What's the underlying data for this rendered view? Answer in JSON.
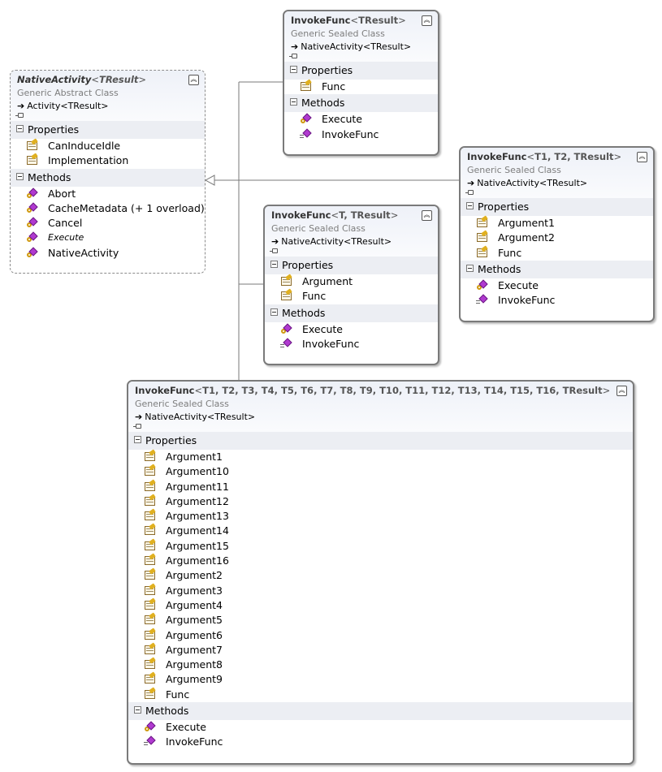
{
  "classes": {
    "native_activity": {
      "name": "NativeActivity",
      "type_params": "TResult",
      "kind": "Generic Abstract Class",
      "base": "Activity<TResult>",
      "properties_label": "Properties",
      "properties": [
        "CanInduceIdle",
        "Implementation"
      ],
      "methods_label": "Methods",
      "methods": [
        "Abort",
        "CacheMetadata (+ 1 overload)",
        "Cancel",
        "Execute",
        "NativeActivity"
      ]
    },
    "invoke_func_1": {
      "name": "InvokeFunc",
      "type_params": "TResult",
      "kind": "Generic Sealed Class",
      "base": "NativeActivity<TResult>",
      "properties_label": "Properties",
      "properties": [
        "Func"
      ],
      "methods_label": "Methods",
      "methods": [
        "Execute",
        "InvokeFunc"
      ]
    },
    "invoke_func_2": {
      "name": "InvokeFunc",
      "type_params": "T, TResult",
      "kind": "Generic Sealed Class",
      "base": "NativeActivity<TResult>",
      "properties_label": "Properties",
      "properties": [
        "Argument",
        "Func"
      ],
      "methods_label": "Methods",
      "methods": [
        "Execute",
        "InvokeFunc"
      ]
    },
    "invoke_func_3": {
      "name": "InvokeFunc",
      "type_params": "T1, T2, TResult",
      "kind": "Generic Sealed Class",
      "base": "NativeActivity<TResult>",
      "properties_label": "Properties",
      "properties": [
        "Argument1",
        "Argument2",
        "Func"
      ],
      "methods_label": "Methods",
      "methods": [
        "Execute",
        "InvokeFunc"
      ]
    },
    "invoke_func_17": {
      "name": "InvokeFunc",
      "type_params": "T1, T2, T3, T4, T5, T6, T7, T8, T9, T10, T11, T12, T13, T14, T15, T16, TResult",
      "kind": "Generic Sealed Class",
      "base": "NativeActivity<TResult>",
      "properties_label": "Properties",
      "properties": [
        "Argument1",
        "Argument10",
        "Argument11",
        "Argument12",
        "Argument13",
        "Argument14",
        "Argument15",
        "Argument16",
        "Argument2",
        "Argument3",
        "Argument4",
        "Argument5",
        "Argument6",
        "Argument7",
        "Argument8",
        "Argument9",
        "Func"
      ],
      "methods_label": "Methods",
      "methods": [
        "Execute",
        "InvokeFunc"
      ]
    }
  },
  "colors": {
    "header_bg": "#eef1f8",
    "section_bg": "#eceef3",
    "border": "#7a7a7a",
    "connector": "#7a7a7a"
  },
  "icons": {
    "property": "property-icon",
    "method_protected": "protected-method-icon",
    "method_public": "public-method-icon",
    "collapse": "collapse-chevron-icon",
    "section_toggle": "section-toggle-icon",
    "inheritance": "inheritance-arrow-icon",
    "interface_lollipop": "lollipop-icon"
  }
}
